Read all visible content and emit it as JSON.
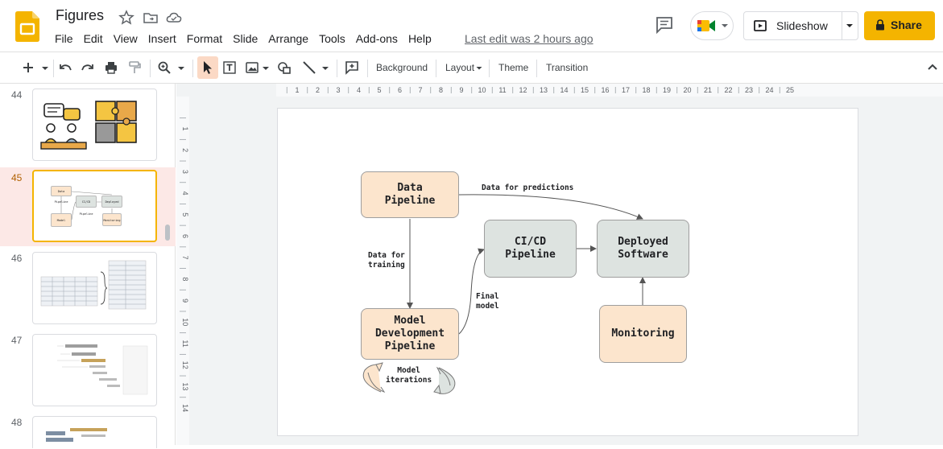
{
  "header": {
    "title": "Figures",
    "menu": [
      "File",
      "Edit",
      "View",
      "Insert",
      "Format",
      "Slide",
      "Arrange",
      "Tools",
      "Add-ons",
      "Help"
    ],
    "last_edit": "Last edit was 2 hours ago",
    "slideshow_label": "Slideshow",
    "share_label": "Share",
    "accent_color": "#f4b400"
  },
  "toolbar": {
    "background_label": "Background",
    "layout_label": "Layout",
    "theme_label": "Theme",
    "transition_label": "Transition"
  },
  "filmstrip": {
    "slides": [
      {
        "number": "44"
      },
      {
        "number": "45",
        "selected": true
      },
      {
        "number": "46"
      },
      {
        "number": "47"
      },
      {
        "number": "48"
      }
    ],
    "thumb45_labels": {
      "data_pipeline": "Data Pipeline",
      "cicd": "CI/CD Pipeline",
      "deployed": "Deployed Software",
      "model_dev": "Model Development Pipeline",
      "monitoring": "Monitoring"
    }
  },
  "ruler": {
    "horizontal_ticks": [
      "1",
      "2",
      "3",
      "4",
      "5",
      "6",
      "7",
      "8",
      "9",
      "10",
      "11",
      "12",
      "13",
      "14",
      "15",
      "16",
      "17",
      "18",
      "19",
      "20",
      "21",
      "22",
      "23",
      "24",
      "25"
    ],
    "vertical_ticks": [
      "1",
      "2",
      "3",
      "4",
      "5",
      "6",
      "7",
      "8",
      "9",
      "10",
      "11",
      "12",
      "13",
      "14"
    ]
  },
  "diagram": {
    "nodes": {
      "data_pipeline": "Data\nPipeline",
      "model_dev": "Model\nDevelopment\nPipeline",
      "cicd": "CI/CD\nPipeline",
      "deployed": "Deployed\nSoftware",
      "monitoring": "Monitoring"
    },
    "edge_labels": {
      "predictions": "Data for predictions",
      "training": "Data for\ntraining",
      "final_model": "Final\nmodel",
      "iterations": "Model\niterations"
    },
    "colors": {
      "peach": "#fce5cd",
      "gray": "#dde3e0"
    }
  }
}
